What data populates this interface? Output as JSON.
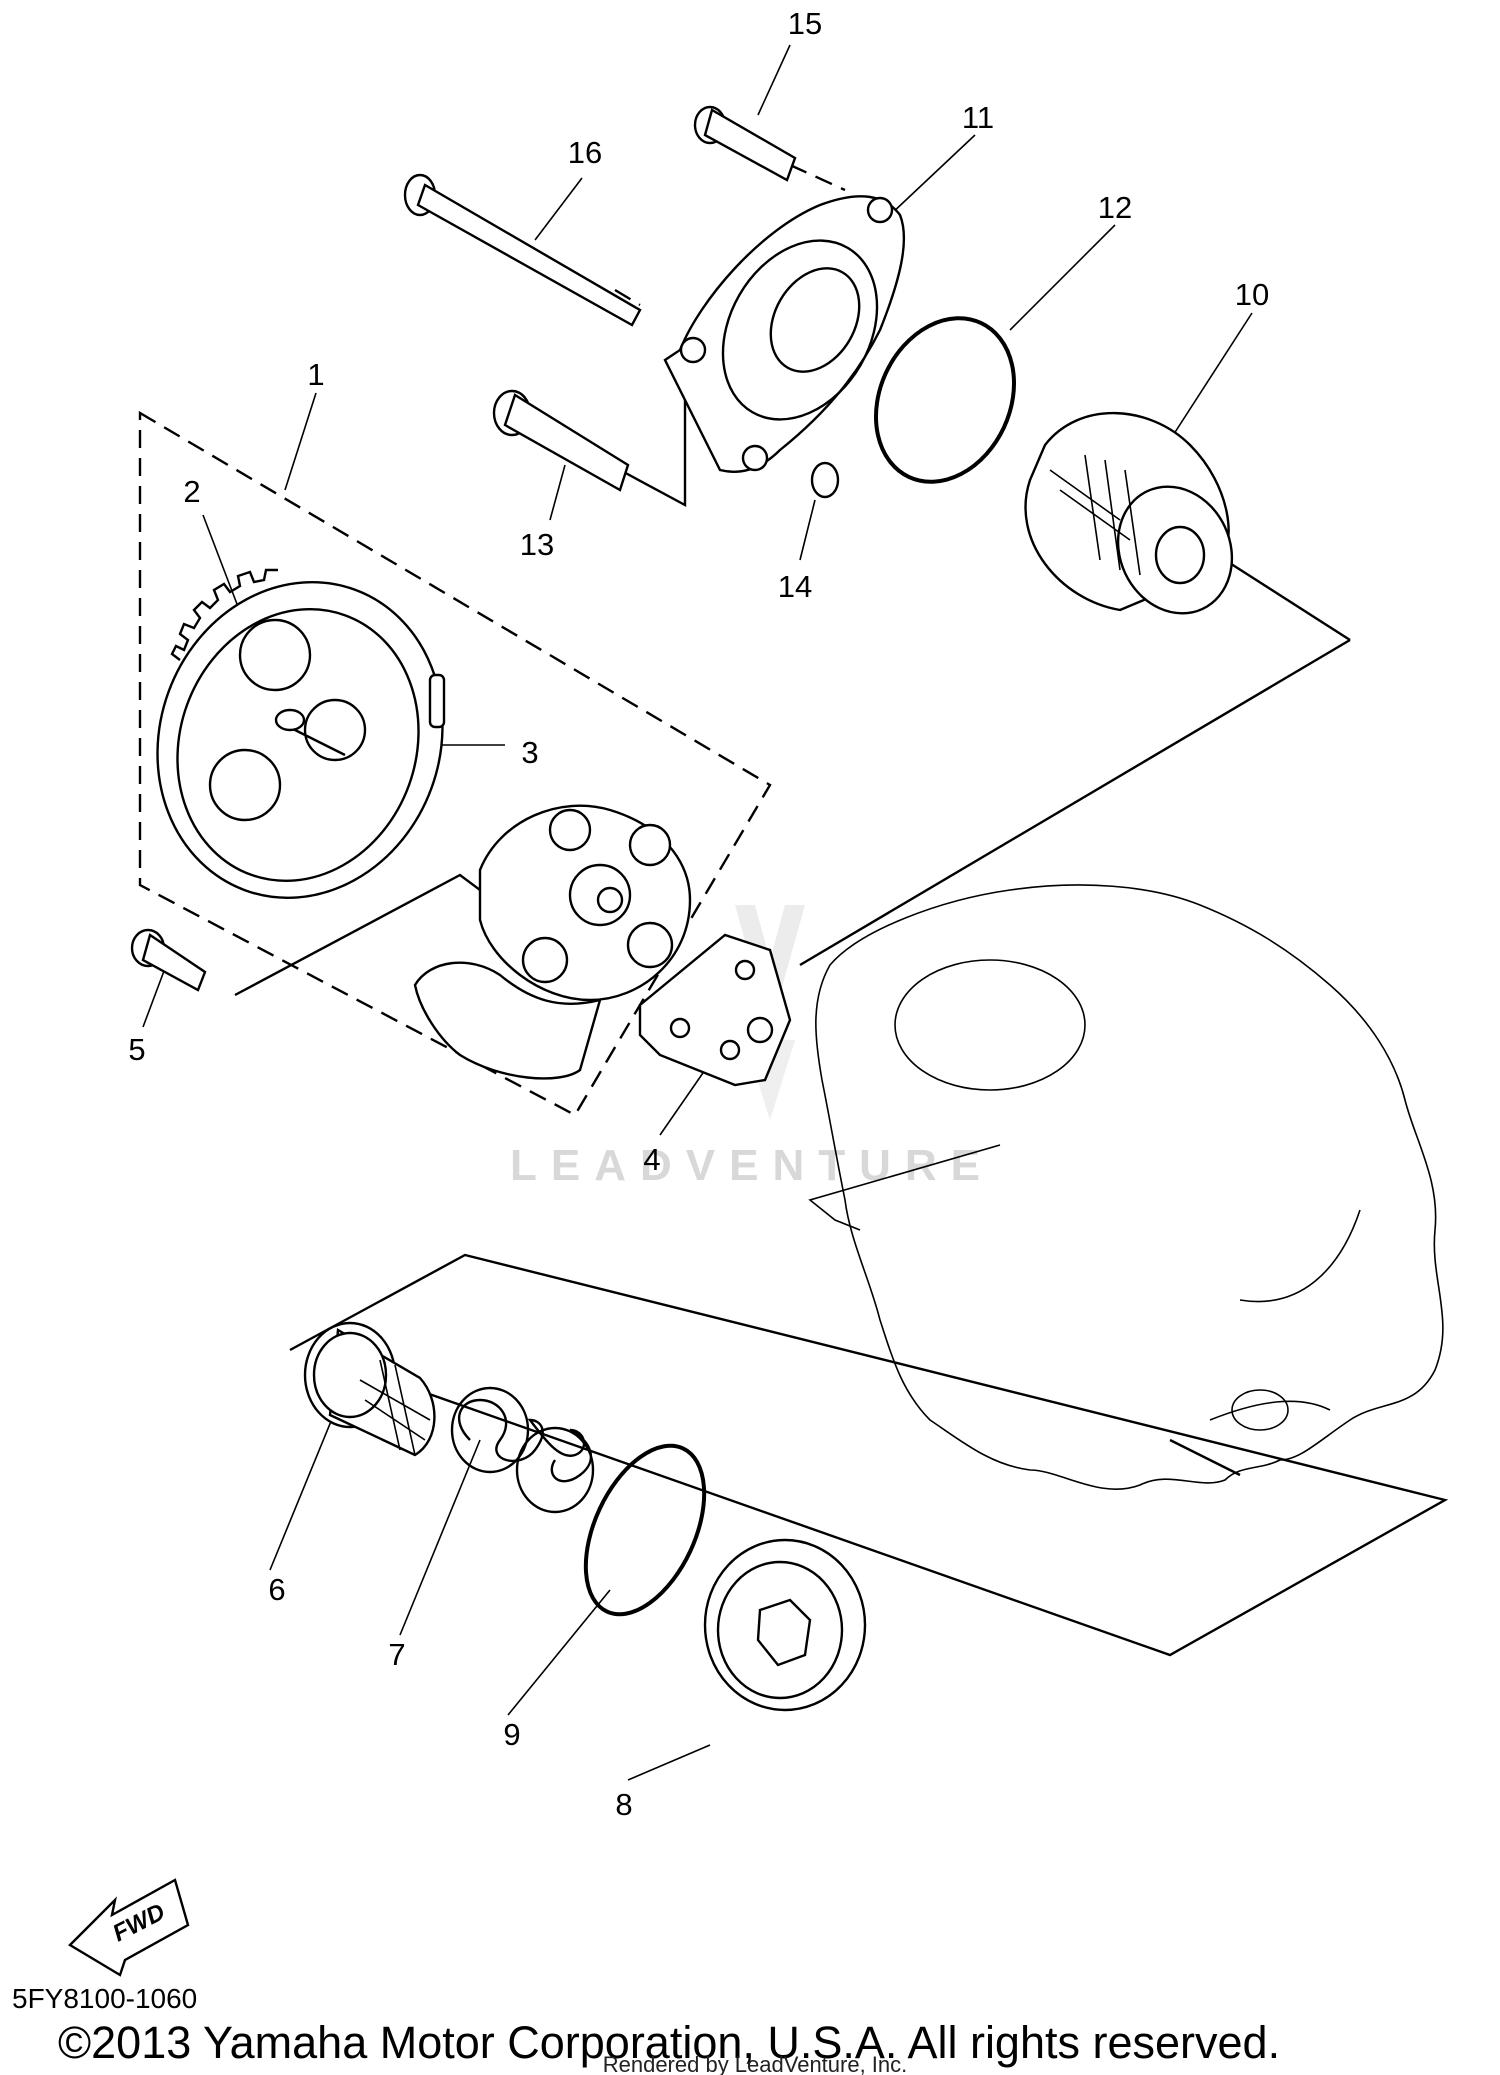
{
  "diagram": {
    "callouts": [
      "1",
      "2",
      "3",
      "4",
      "5",
      "6",
      "7",
      "8",
      "9",
      "10",
      "11",
      "12",
      "13",
      "14",
      "15",
      "16"
    ],
    "watermark": "LEADVENTURE",
    "direction_label": "FWD",
    "diagram_code": "5FY8100-1060",
    "copyright": "©2013 Yamaha Motor Corporation, U.S.A. All rights reserved.",
    "rendered_by": "Rendered by LeadVenture, Inc."
  }
}
